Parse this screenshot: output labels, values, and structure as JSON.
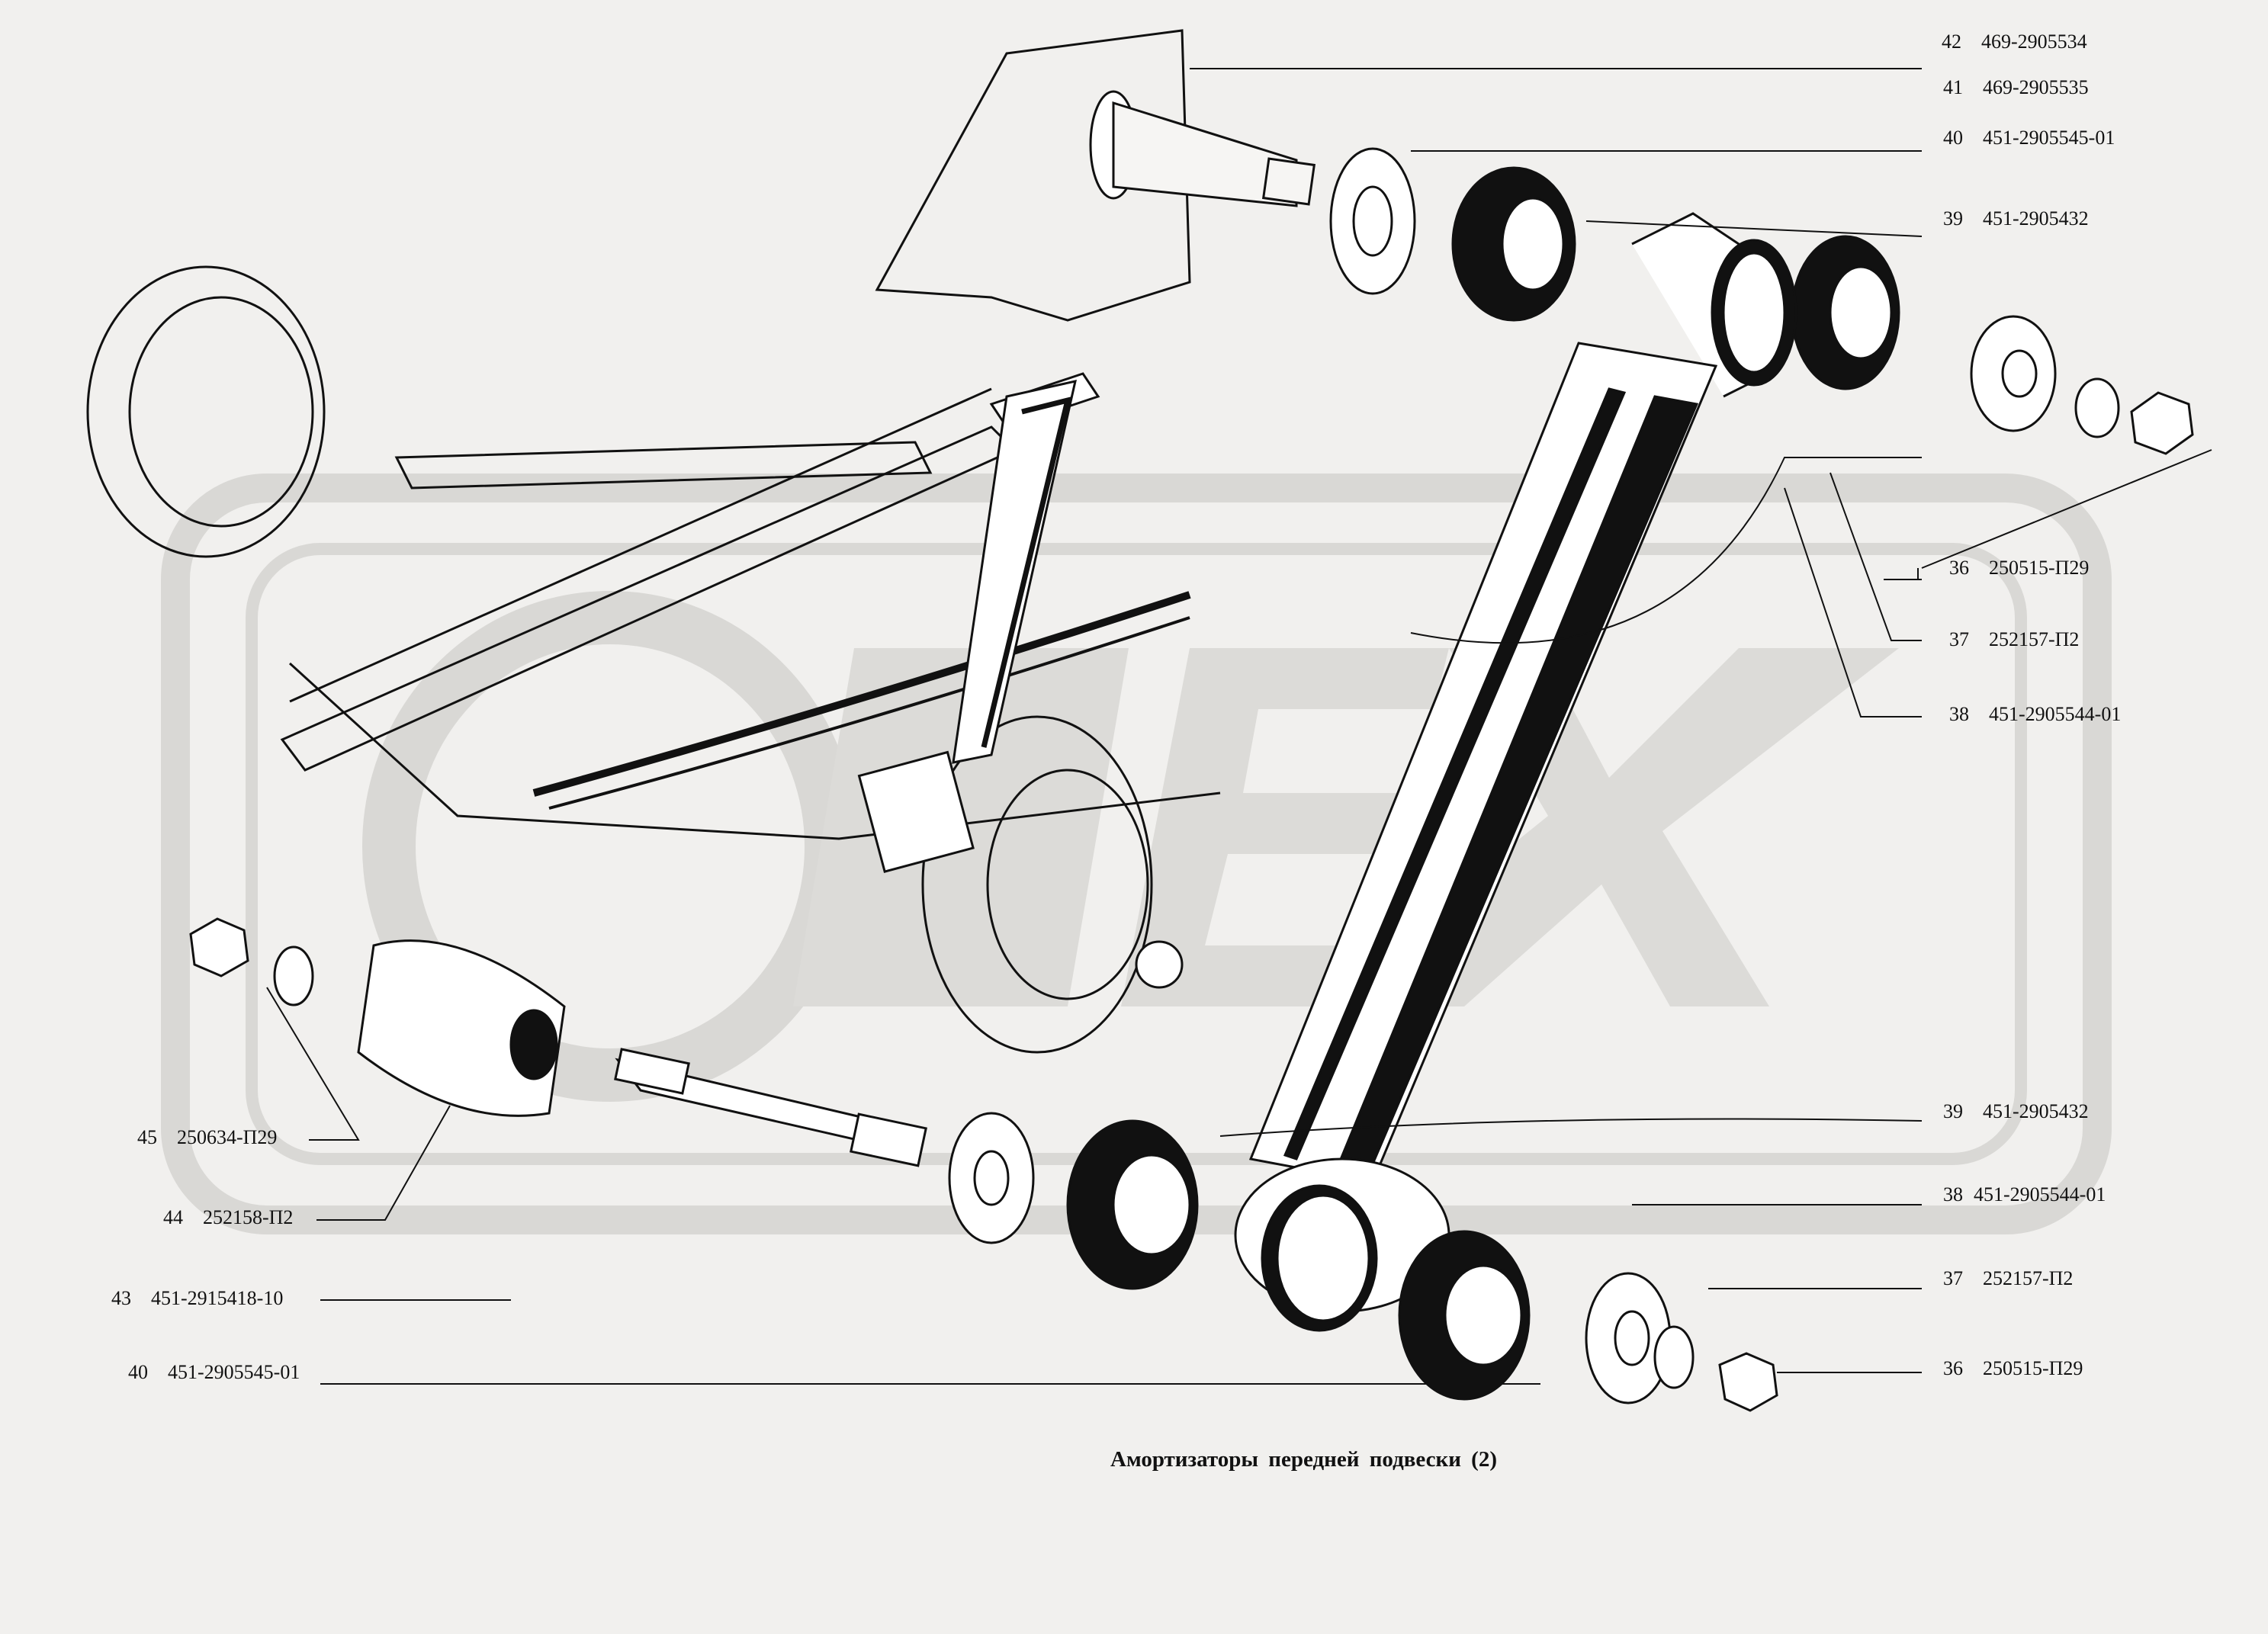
{
  "caption": "Амортизаторы  передней  подвески (2)",
  "watermark": {
    "text": "OREX",
    "color": "#d9d8d5"
  },
  "colors": {
    "background": "#f1f0ee",
    "ink": "#111111"
  },
  "callouts_right": [
    {
      "num": "42",
      "code": "469-2905534"
    },
    {
      "num": "41",
      "code": "469-2905535"
    },
    {
      "num": "40",
      "code": "451-2905545-01"
    },
    {
      "num": "39",
      "code": "451-2905432"
    },
    {
      "num": "36",
      "code": "250515-П29"
    },
    {
      "num": "37",
      "code": "252157-П2"
    },
    {
      "num": "38",
      "code": "451-2905544-01"
    },
    {
      "num": "39",
      "code": "451-2905432"
    },
    {
      "num": "38",
      "code": "451-2905544-01"
    },
    {
      "num": "37",
      "code": "252157-П2"
    },
    {
      "num": "36",
      "code": "250515-П29"
    }
  ],
  "callouts_left": [
    {
      "num": "45",
      "code": "250634-П29"
    },
    {
      "num": "44",
      "code": "252158-П2"
    },
    {
      "num": "43",
      "code": "451-2915418-10"
    },
    {
      "num": "40",
      "code": "451-2905545-01"
    }
  ]
}
